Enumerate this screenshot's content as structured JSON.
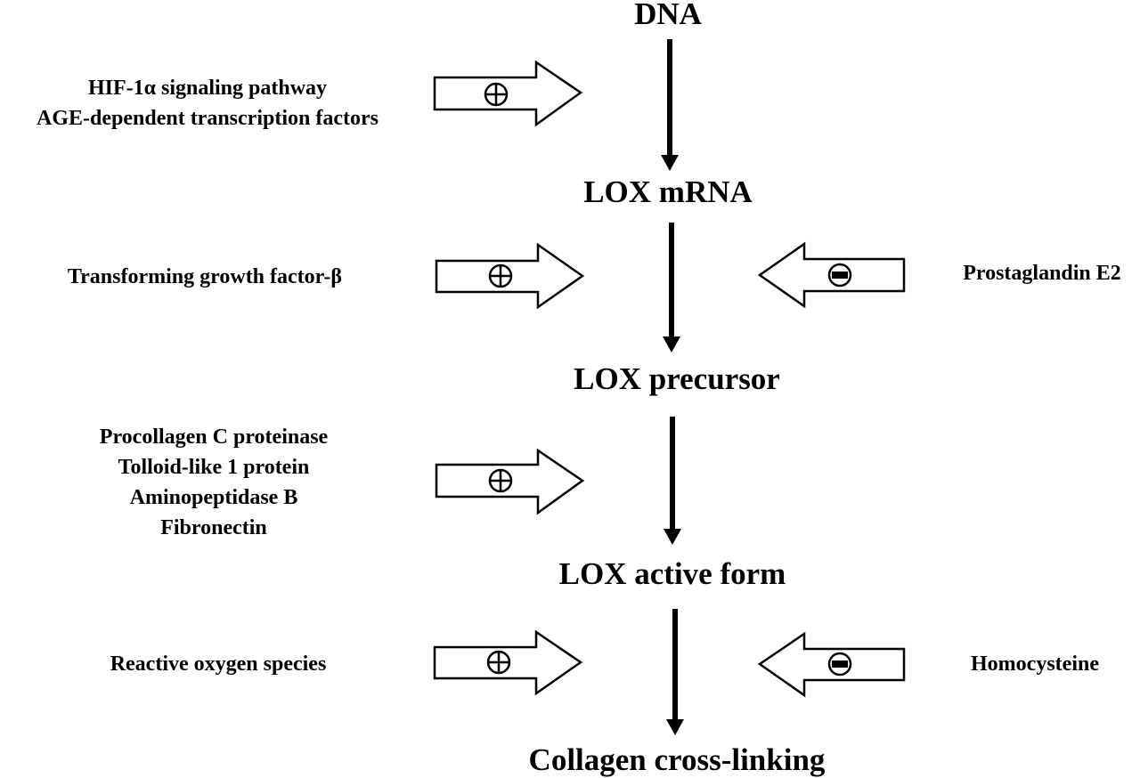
{
  "nodes": {
    "dna": "DNA",
    "lox_mrna": "LOX mRNA",
    "lox_precursor": "LOX precursor",
    "lox_active": "LOX active form",
    "collagen": "Collagen cross-linking"
  },
  "regulators": {
    "transcription": {
      "lines": [
        "HIF-1α signaling pathway",
        "AGE-dependent transcription factors"
      ],
      "sign": "+"
    },
    "tgf": {
      "lines": [
        "Transforming growth factor-β"
      ],
      "sign": "+"
    },
    "pge2": {
      "lines": [
        "Prostaglandin E2"
      ],
      "sign": "-"
    },
    "activation": {
      "lines": [
        "Procollagen C proteinase",
        "Tolloid-like 1 protein",
        "Aminopeptidase B",
        "Fibronectin"
      ],
      "sign": "+"
    },
    "ros": {
      "lines": [
        "Reactive oxygen species"
      ],
      "sign": "+"
    },
    "homocysteine": {
      "lines": [
        "Homocysteine"
      ],
      "sign": "-"
    }
  }
}
